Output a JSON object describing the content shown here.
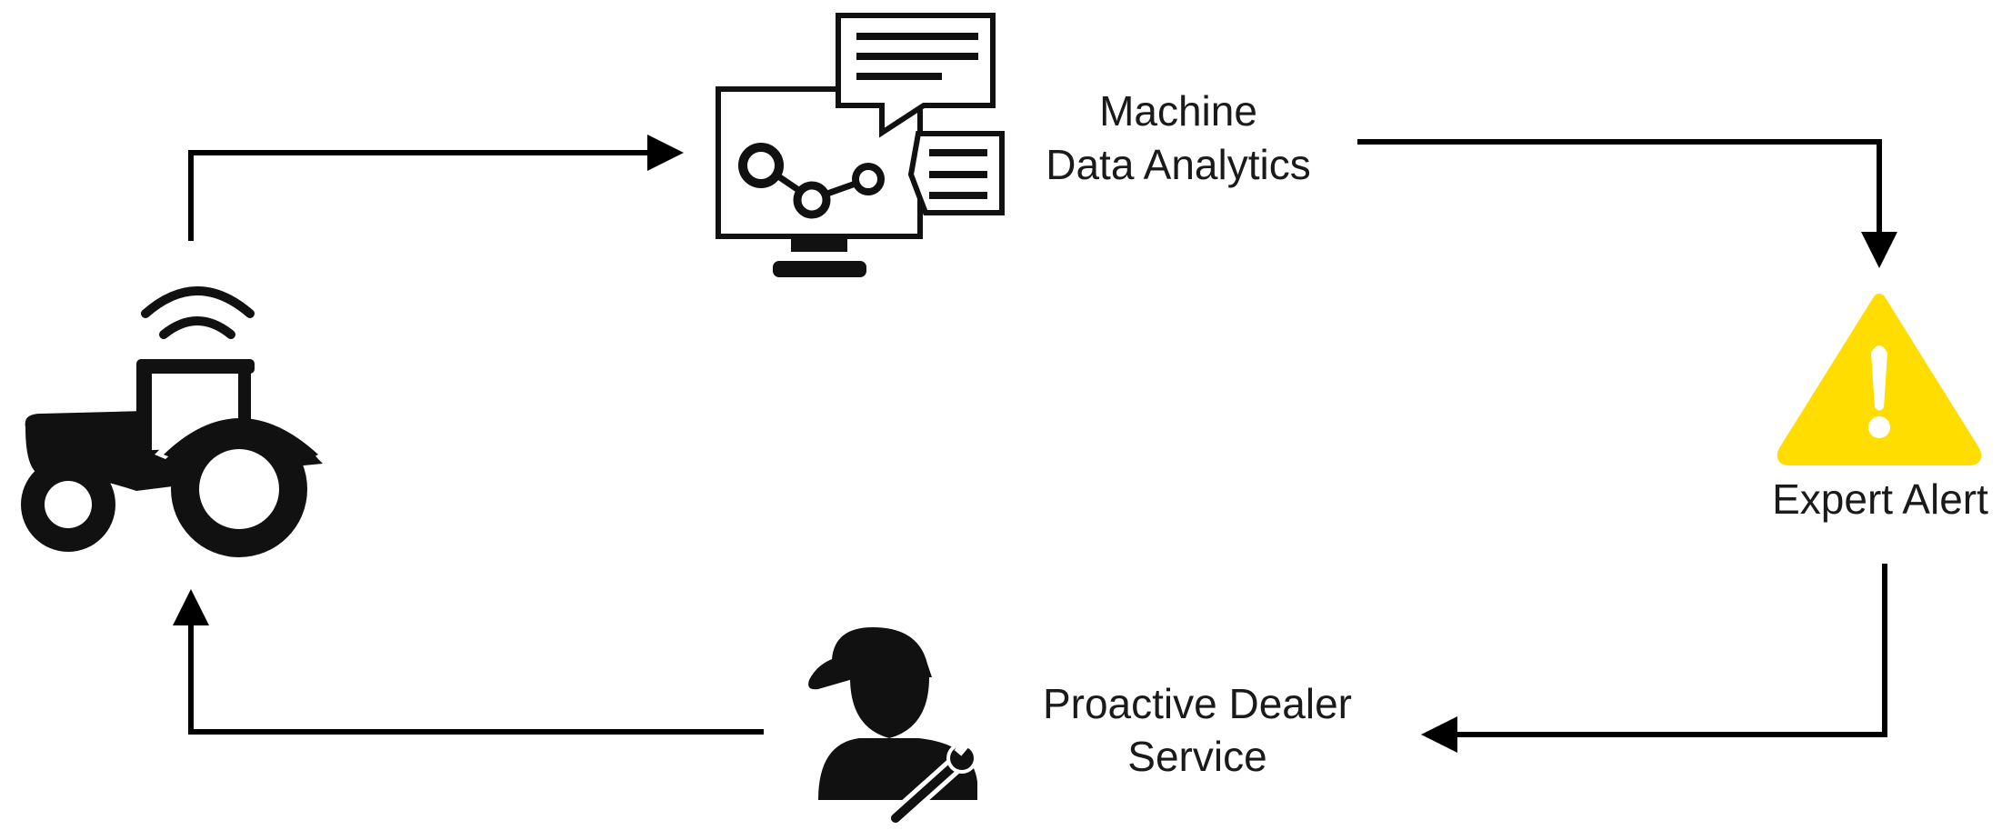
{
  "nodes": {
    "analytics": {
      "line1": "Machine",
      "line2": "Data Analytics",
      "icon": "computer-analytics-icon"
    },
    "alert": {
      "label": "Expert Alert",
      "icon": "warning-triangle-icon",
      "color": "#FFDD00"
    },
    "service": {
      "line1": "Proactive Dealer",
      "line2": "Service",
      "icon": "mechanic-icon"
    },
    "tractor": {
      "label": "",
      "icon": "connected-tractor-icon"
    }
  },
  "colors": {
    "stroke": "#000000",
    "icon_fill": "#111111",
    "alert_fill": "#FFDD00"
  }
}
